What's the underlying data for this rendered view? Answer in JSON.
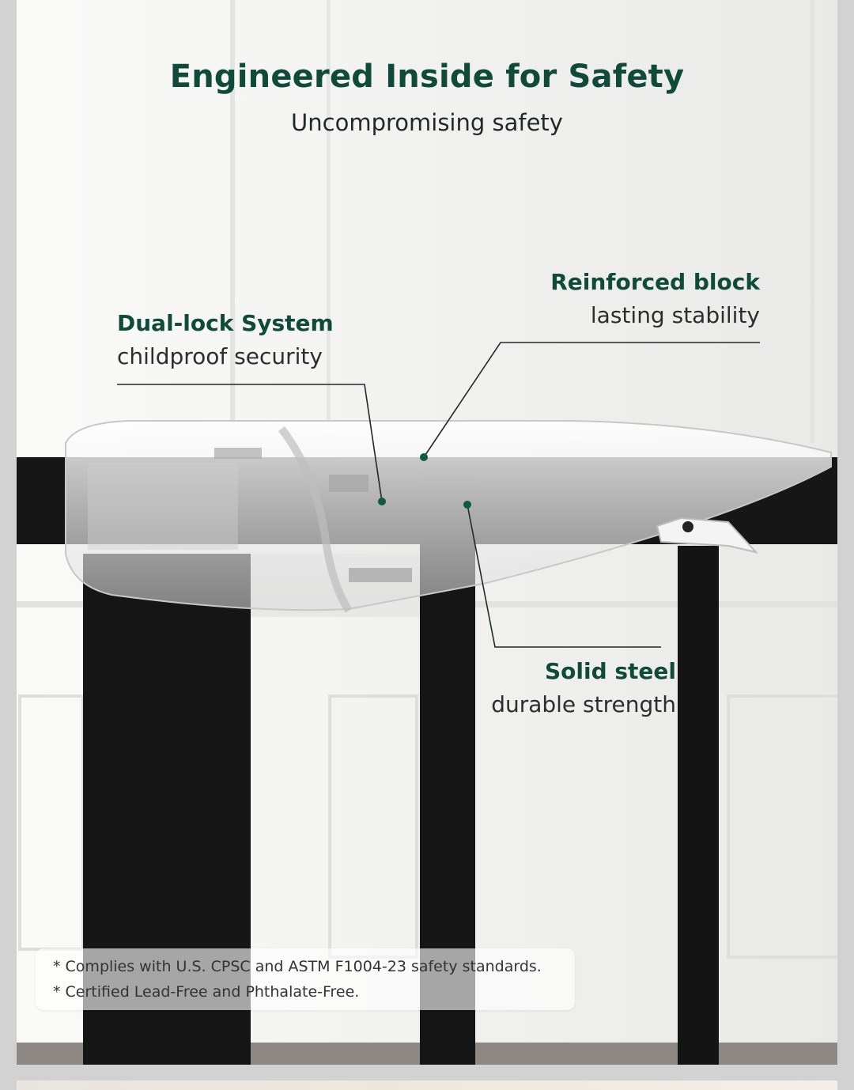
{
  "header": {
    "title": "Engineered Inside for Safety",
    "subtitle": "Uncompromising safety"
  },
  "callouts": [
    {
      "id": "dual-lock",
      "title": "Dual-lock System",
      "subtitle": "childproof security"
    },
    {
      "id": "reinforced-block",
      "title": "Reinforced block",
      "subtitle": "lasting stability"
    },
    {
      "id": "solid-steel",
      "title": "Solid steel",
      "subtitle": "durable strength"
    }
  ],
  "notes": [
    "* Complies with U.S. CPSC and ASTM F1004-23 safety standards.",
    "* Certified Lead-Free and Phthalate-Free."
  ],
  "colors": {
    "accent": "#0f4a3a",
    "frame_metal": "#161616",
    "wall": "#f2f2f0"
  }
}
